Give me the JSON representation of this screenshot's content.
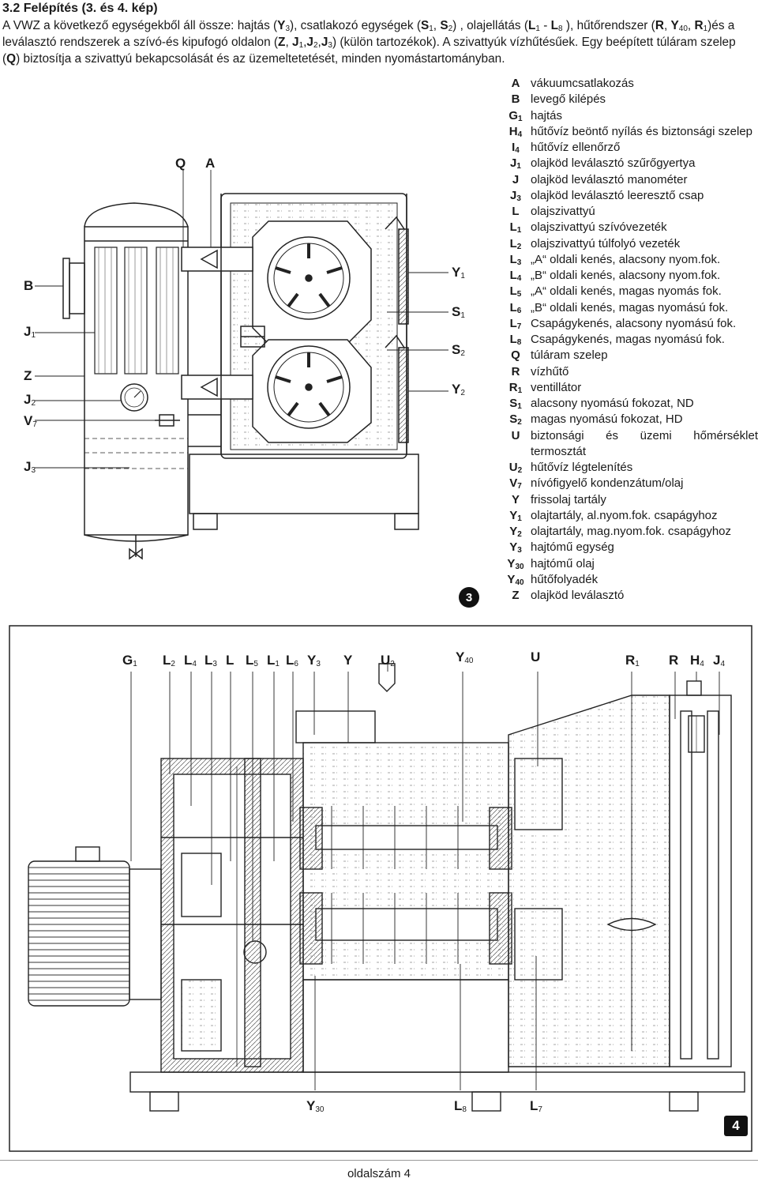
{
  "heading": "3.2 Felépítés (3. és 4. kép)",
  "intro": {
    "line1_a": "A VWZ a következő egységekből áll össze: hajtás (",
    "line1_y3": "Y",
    "line1_y3_sub": "3",
    "line1_b": "), csatlakozó egységek (",
    "line1_s1": "S",
    "line1_s1_sub": "1",
    "line1_c": ", ",
    "line1_s2": "S",
    "line1_s2_sub": "2",
    "line1_d": ") , olajellátás (",
    "line1_l1": "L",
    "line1_l1_sub": "1",
    "line1_e": " - ",
    "line1_l8": "L",
    "line1_l8_sub": "8",
    "line1_f": " ), hűtőrendszer (",
    "line1_r": "R",
    "line1_g": ", ",
    "line1_y40": "Y",
    "line1_y40_sub": "40",
    "line1_h": ",",
    "line2_r1": "R",
    "line2_r1_sub": "1",
    "line2_a": ")és a leválasztó rendszerek a szívó-és kipufogó oldalon (",
    "line2_z": "Z",
    "line2_b": ", ",
    "line2_j1": "J",
    "line2_j1_sub": "1",
    "line2_c": ",",
    "line2_j2": "J",
    "line2_j2_sub": "2",
    "line2_d": ",",
    "line2_j3": "J",
    "line2_j3_sub": "3",
    "line2_e": ") (külön tartozékok). A szivattyúk vízhűtésűek. Egy beépített",
    "line3_a": "túláram szelep (",
    "line3_q": "Q",
    "line3_b": ") biztosítja a szivattyú bekapcsolását és az üzemeltetetését, minden nyomástartományban."
  },
  "legend": [
    {
      "code": "A",
      "sub": "",
      "desc": "vákuumcsatlakozás"
    },
    {
      "code": "B",
      "sub": "",
      "desc": "levegő kilépés"
    },
    {
      "code": "G",
      "sub": "1",
      "desc": "hajtás"
    },
    {
      "code": "H",
      "sub": "4",
      "desc": "hűtővíz beöntő nyílás és biztonsági szelep",
      "justify": true
    },
    {
      "code": "I",
      "sub": "4",
      "desc": "hűtővíz ellenőrző"
    },
    {
      "code": "J",
      "sub": "1",
      "desc": "olajköd leválasztó szűrőgyertya"
    },
    {
      "code": "J",
      "sub": "",
      "desc": "olajköd leválasztó manométer"
    },
    {
      "code": "J",
      "sub": "3",
      "desc": "olajköd leválasztó leeresztő csap"
    },
    {
      "code": "L",
      "sub": "",
      "desc": "olajszivattyú"
    },
    {
      "code": "L",
      "sub": "1",
      "desc": "olajszivattyú szívóvezeték"
    },
    {
      "code": "L",
      "sub": "2",
      "desc": "olajszivattyú túlfolyó vezeték"
    },
    {
      "code": "L",
      "sub": "3",
      "desc": "„A“ oldali kenés, alacsony nyom.fok."
    },
    {
      "code": "L",
      "sub": "4",
      "desc": "„B“ oldali kenés, alacsony nyom.fok."
    },
    {
      "code": "L",
      "sub": "5",
      "desc": "„A“ oldali kenés, magas nyomás fok."
    },
    {
      "code": "L",
      "sub": "6",
      "desc": "„B“ oldali kenés, magas nyomású fok."
    },
    {
      "code": "L",
      "sub": "7",
      "desc": "Csapágykenés, alacsony nyomású fok."
    },
    {
      "code": "L",
      "sub": "8",
      "desc": "Csapágykenés, magas nyomású fok."
    },
    {
      "code": "Q",
      "sub": "",
      "desc": "túláram szelep"
    },
    {
      "code": "R",
      "sub": "",
      "desc": "vízhűtő"
    },
    {
      "code": "R",
      "sub": "1",
      "desc": "ventillátor"
    },
    {
      "code": "S",
      "sub": "1",
      "desc": "alacsony nyomású fokozat, ND"
    },
    {
      "code": "S",
      "sub": "2",
      "desc": "magas nyomású fokozat, HD"
    },
    {
      "code": "U",
      "sub": "",
      "desc": "biztonsági és üzemi hőmérséklet termosztát",
      "justify": true
    },
    {
      "code": "U",
      "sub": "2",
      "desc": "hűtővíz légtelenítés"
    },
    {
      "code": "V",
      "sub": "7",
      "desc": "nívófigyelő kondenzátum/olaj"
    },
    {
      "code": "Y",
      "sub": "",
      "desc": "frissolaj tartály"
    },
    {
      "code": "Y",
      "sub": "1",
      "desc": "olajtartály, al.nyom.fok. csapágyhoz"
    },
    {
      "code": "Y",
      "sub": "2",
      "desc": "olajtartály, mag.nyom.fok. csapágyhoz"
    },
    {
      "code": "Y",
      "sub": "3",
      "desc": "hajtómű egység"
    },
    {
      "code": "Y",
      "sub": "30",
      "desc": "hajtómű olaj"
    },
    {
      "code": "Y",
      "sub": "40",
      "desc": "hűtőfolyadék"
    },
    {
      "code": "Z",
      "sub": "",
      "desc": "olajköd leválasztó"
    }
  ],
  "figure3": {
    "number": "3",
    "labels": [
      {
        "id": "Q",
        "text": "Q",
        "sub": ""
      },
      {
        "id": "A",
        "text": "A",
        "sub": ""
      },
      {
        "id": "B",
        "text": "B",
        "sub": ""
      },
      {
        "id": "J1",
        "text": "J",
        "sub": "1"
      },
      {
        "id": "Z",
        "text": "Z",
        "sub": ""
      },
      {
        "id": "J2",
        "text": "J",
        "sub": "2"
      },
      {
        "id": "V7",
        "text": "V",
        "sub": "7"
      },
      {
        "id": "J3",
        "text": "J",
        "sub": "3"
      },
      {
        "id": "Y1",
        "text": "Y",
        "sub": "1"
      },
      {
        "id": "S1",
        "text": "S",
        "sub": "1"
      },
      {
        "id": "S2",
        "text": "S",
        "sub": "2"
      },
      {
        "id": "Y2",
        "text": "Y",
        "sub": "2"
      }
    ]
  },
  "figure4": {
    "number": "4",
    "top_labels": [
      {
        "id": "G1",
        "text": "G",
        "sub": "1"
      },
      {
        "id": "L2",
        "text": "L",
        "sub": "2"
      },
      {
        "id": "L4",
        "text": "L",
        "sub": "4"
      },
      {
        "id": "L3",
        "text": "L",
        "sub": "3"
      },
      {
        "id": "L",
        "text": "L",
        "sub": ""
      },
      {
        "id": "L5",
        "text": "L",
        "sub": "5"
      },
      {
        "id": "L1",
        "text": "L",
        "sub": "1"
      },
      {
        "id": "L6",
        "text": "L",
        "sub": "6"
      },
      {
        "id": "Y3",
        "text": "Y",
        "sub": "3"
      },
      {
        "id": "Y",
        "text": "Y",
        "sub": ""
      },
      {
        "id": "U2",
        "text": "U",
        "sub": "2"
      },
      {
        "id": "Y40",
        "text": "Y",
        "sub": "40"
      },
      {
        "id": "U",
        "text": "U",
        "sub": ""
      },
      {
        "id": "R1",
        "text": "R",
        "sub": "1"
      },
      {
        "id": "R",
        "text": "R",
        "sub": ""
      },
      {
        "id": "H4",
        "text": "H",
        "sub": "4"
      },
      {
        "id": "J4",
        "text": "J",
        "sub": "4"
      }
    ],
    "bottom_labels": [
      {
        "id": "Y30",
        "text": "Y",
        "sub": "30"
      },
      {
        "id": "L8",
        "text": "L",
        "sub": "8"
      },
      {
        "id": "L7",
        "text": "L",
        "sub": "7"
      }
    ]
  },
  "footer": "oldalszám 4"
}
